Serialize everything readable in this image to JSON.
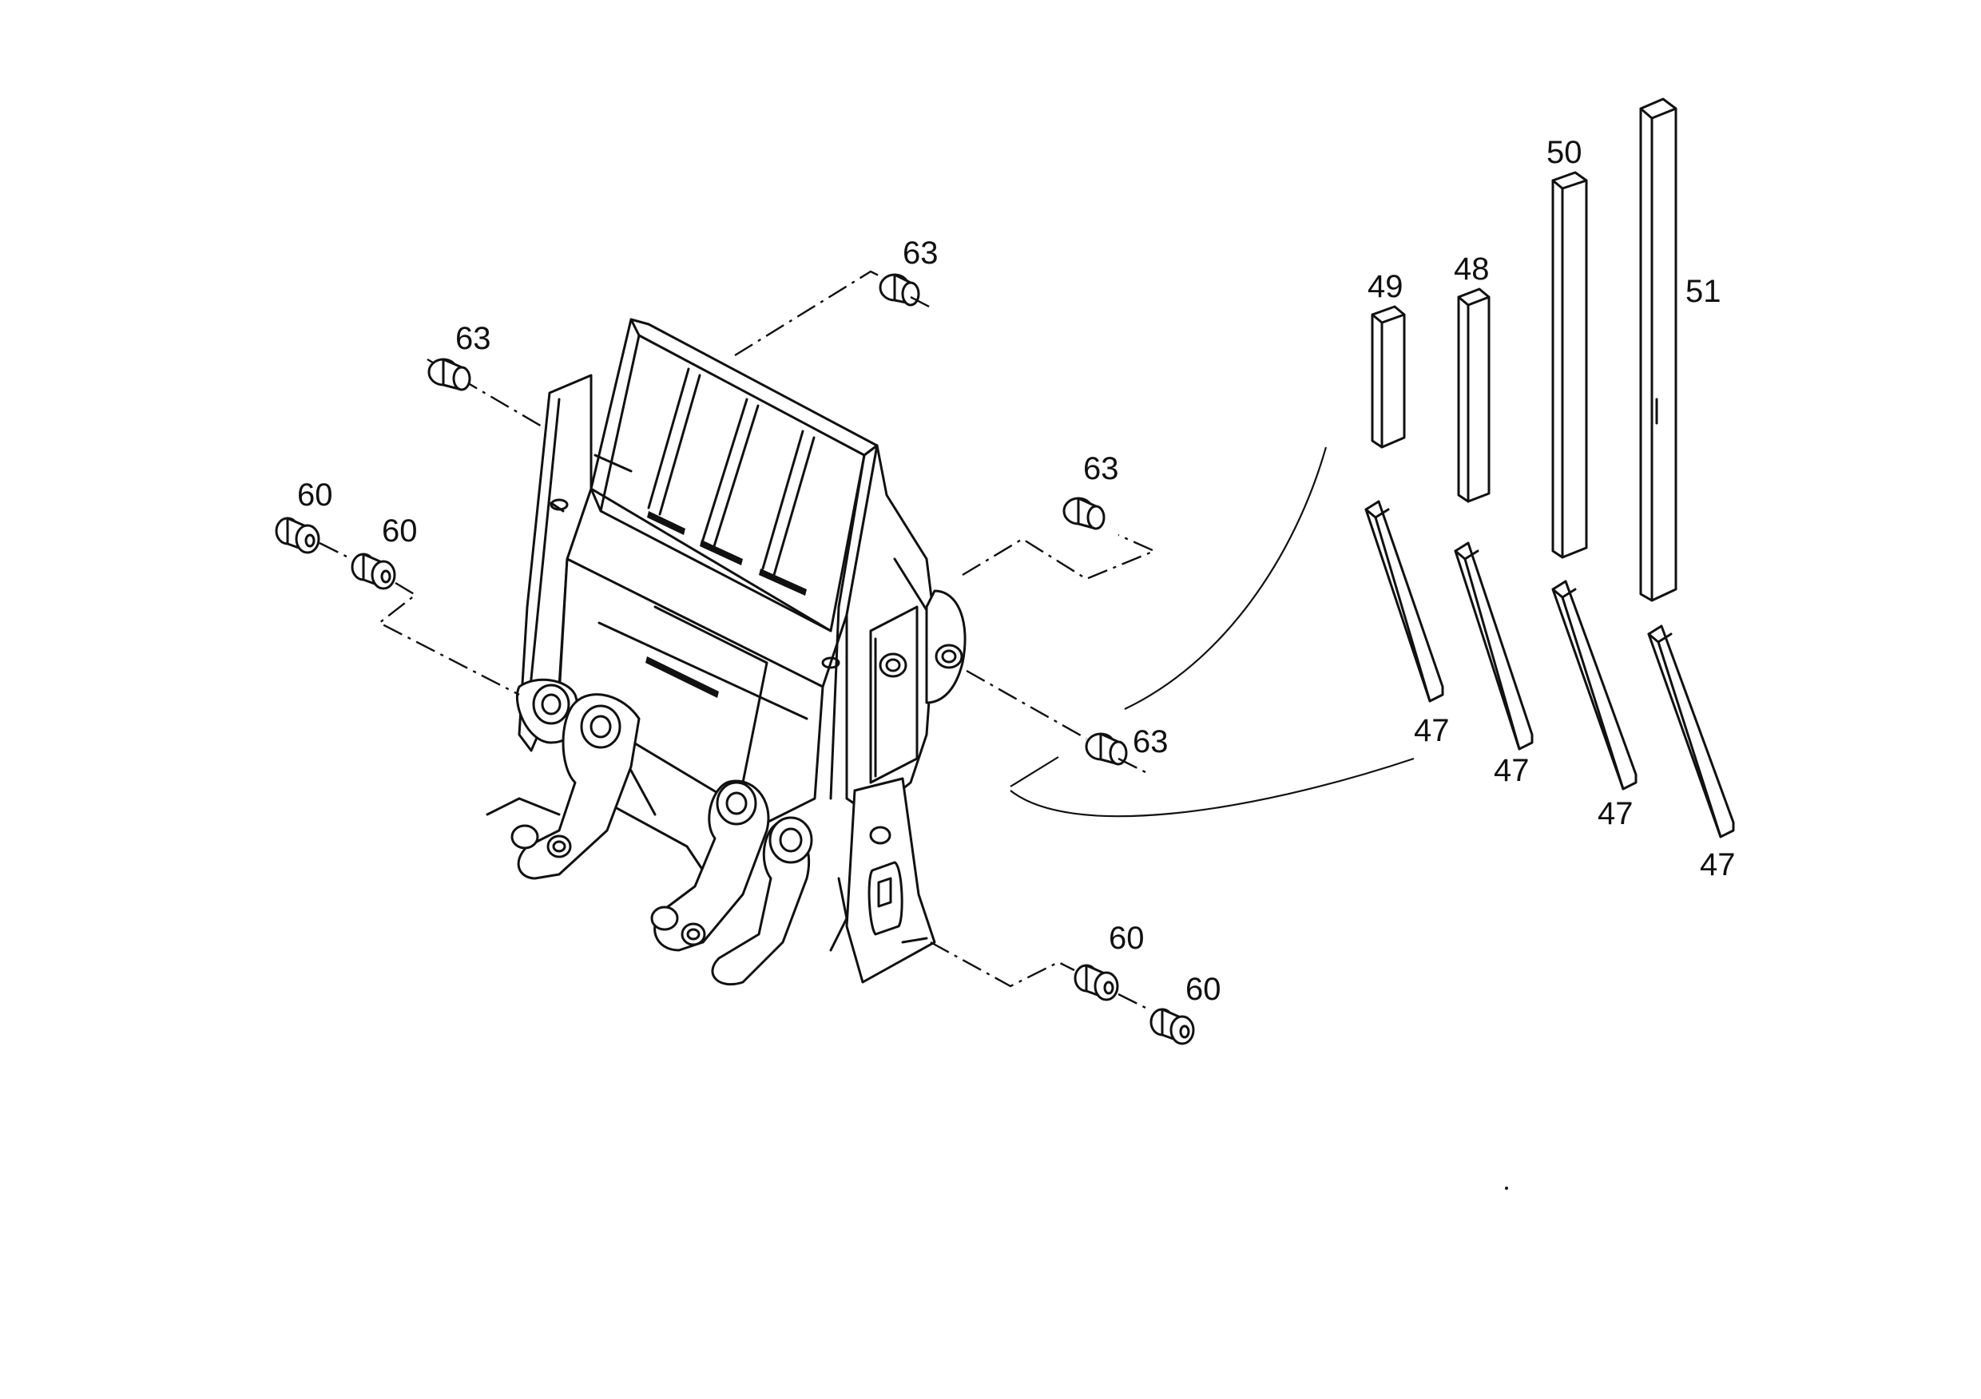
{
  "labels": {
    "bushing_63": "63",
    "bushing_60": "60",
    "strip_47": "47",
    "strip_48": "48",
    "strip_49": "49",
    "strip_50": "50",
    "strip_51": "51"
  }
}
